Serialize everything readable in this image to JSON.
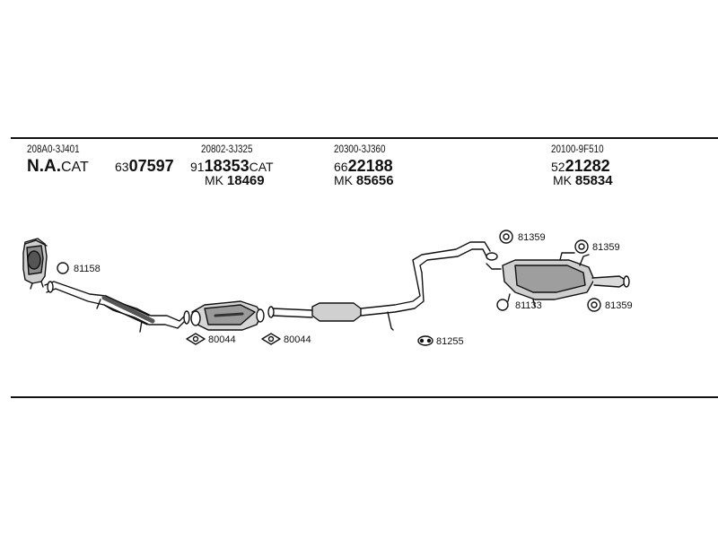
{
  "parts": [
    {
      "code": "208A0-3J401",
      "line1_main": "N.A.",
      "line1_suffix": "CAT",
      "number_prefix": "63",
      "number_main": "07597"
    },
    {
      "code": "20802-3J325",
      "number_prefix": "91",
      "number_main": "18353",
      "number_suffix": "CAT",
      "mk_prefix": "MK",
      "mk_value": "18469"
    },
    {
      "code": "20300-3J360",
      "number_prefix": "66",
      "number_main": "22188",
      "mk_prefix": "MK",
      "mk_value": "85656"
    },
    {
      "code": "20100-9F510",
      "number_prefix": "52",
      "number_main": "21282",
      "mk_prefix": "MK",
      "mk_value": "85834"
    }
  ],
  "callouts": {
    "gasket_ring_1": "81158",
    "gasket_front_cat": "80044",
    "gasket_rear_cat": "80044",
    "hanger_center": "81255",
    "rubber_hanger_top": "81359",
    "rubber_hanger_right_top": "81359",
    "clamp_ring": "81133",
    "rubber_hanger_right_bottom": "81359"
  }
}
